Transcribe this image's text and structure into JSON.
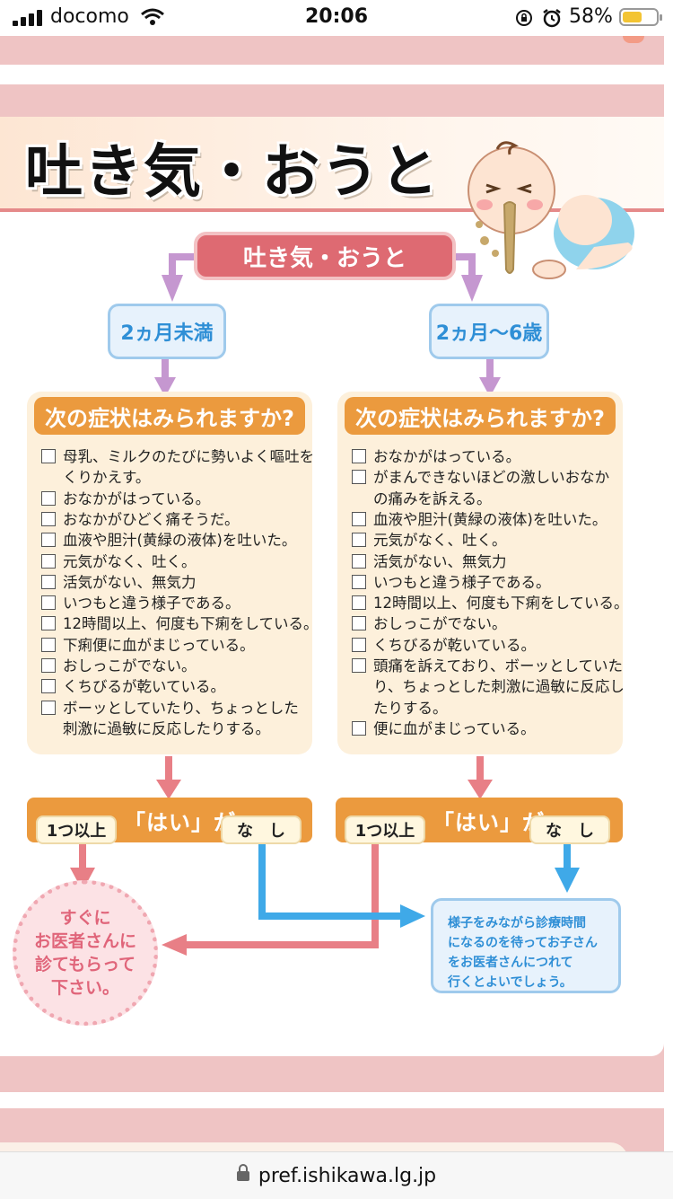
{
  "status": {
    "carrier": "docomo",
    "time": "20:06",
    "battery": "58%",
    "battery_level": 0.58
  },
  "page": {
    "title": "吐き気・おうと",
    "flow_title": "吐き気・おうと",
    "age_left": "2ヵ月未満",
    "age_right": "2ヵ月〜6歳",
    "question": "次の症状はみられますか?",
    "left_items": [
      [
        "母乳、ミルクのたびに勢いよく嘔吐を",
        "くりかえす。"
      ],
      [
        "おなかがはっている。"
      ],
      [
        "おなかがひどく痛そうだ。"
      ],
      [
        "血液や胆汁(黄緑の液体)を吐いた。"
      ],
      [
        "元気がなく、吐く。"
      ],
      [
        "活気がない、無気力"
      ],
      [
        "いつもと違う様子である。"
      ],
      [
        "12時間以上、何度も下痢をしている。"
      ],
      [
        "下痢便に血がまじっている。"
      ],
      [
        "おしっこがでない。"
      ],
      [
        "くちびるが乾いている。"
      ],
      [
        "ボーッとしていたり、ちょっとした",
        "刺激に過敏に反応したりする。"
      ]
    ],
    "right_items": [
      [
        "おなかがはっている。"
      ],
      [
        "がまんできないほどの激しいおなか",
        "の痛みを訴える。"
      ],
      [
        "血液や胆汁(黄緑の液体)を吐いた。"
      ],
      [
        "元気がなく、吐く。"
      ],
      [
        "活気がない、無気力"
      ],
      [
        "いつもと違う様子である。"
      ],
      [
        "12時間以上、何度も下痢をしている。"
      ],
      [
        "おしっこがでない。"
      ],
      [
        "くちびるが乾いている。"
      ],
      [
        "頭痛を訴えており、ボーッとしていた",
        "り、ちょっとした刺激に過敏に反応し",
        "たりする。"
      ],
      [
        "便に血がまじっている。"
      ]
    ],
    "answer_yes": "1つ以上",
    "answer_label": "「はい」が",
    "answer_no": "な　し",
    "result_urgent": [
      "すぐに",
      "お医者さんに",
      "診てもらって",
      "下さい。"
    ],
    "result_wait": [
      "様子をみながら診療時間",
      "になるのを待ってお子さん",
      "をお医者さんにつれて",
      "行くとよいでしょう。"
    ]
  },
  "browser": {
    "url": "pref.ishikawa.lg.jp"
  },
  "colors": {
    "pink": "#de6a72",
    "orange": "#eb9a3e",
    "blue": "#3fa9e8",
    "lavender": "#c597d0"
  }
}
